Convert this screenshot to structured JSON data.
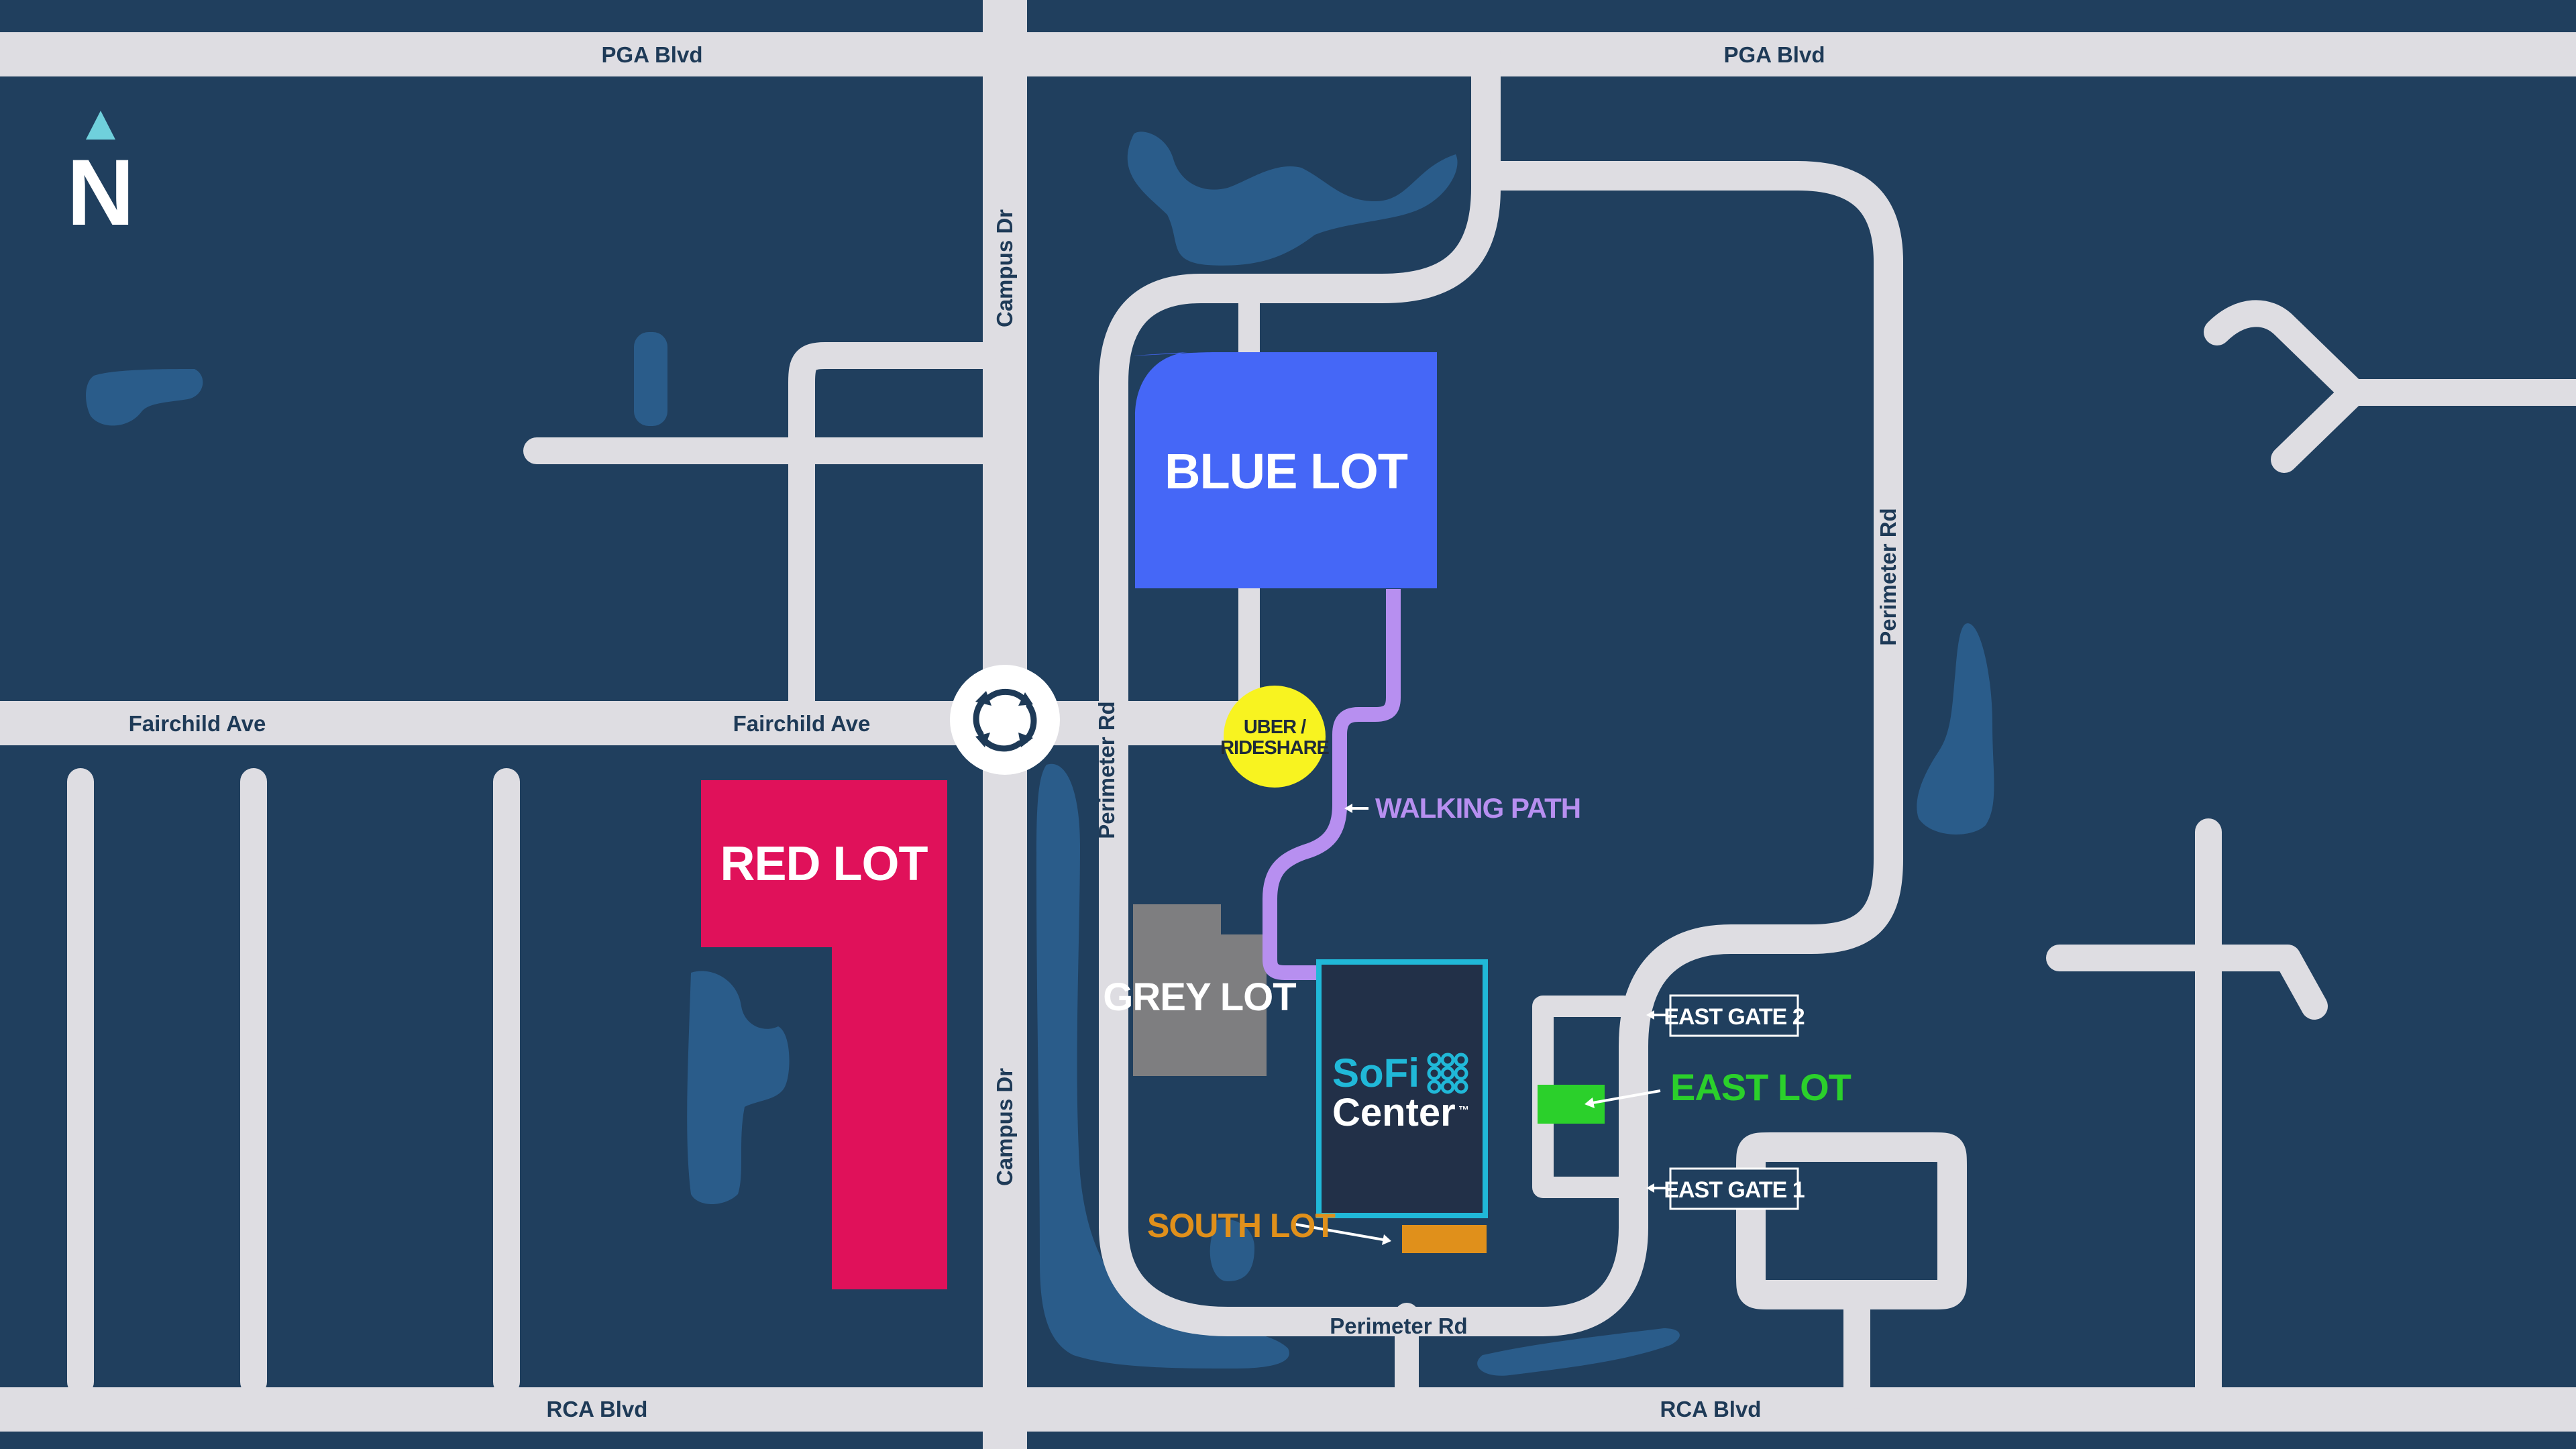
{
  "map": {
    "colors": {
      "background": "#203f5e",
      "road": "#dedde2",
      "water": "#2a5c8a",
      "blue_lot": "#4567f7",
      "red_lot": "#e0115a",
      "grey_lot": "#7e7e80",
      "east_lot": "#2bd02b",
      "south_lot": "#e0901b",
      "walking_path": "#b78ff0",
      "rideshare": "#f8f320",
      "venue_border": "#20b8d8",
      "venue_fill": "#223048",
      "compass": "#6fd0dc"
    },
    "compass": {
      "label": "N",
      "icon": "north-arrow-icon"
    },
    "roads": {
      "pga_blvd_west": "PGA Blvd",
      "pga_blvd_east": "PGA Blvd",
      "rca_blvd_west": "RCA Blvd",
      "rca_blvd_east": "RCA Blvd",
      "fairchild_west": "Fairchild Ave",
      "fairchild_center": "Fairchild Ave",
      "campus_dr_north": "Campus Dr",
      "campus_dr_south": "Campus Dr",
      "perimeter_rd_west": "Perimeter Rd",
      "perimeter_rd_east": "Perimeter Rd",
      "perimeter_rd_south": "Perimeter Rd"
    },
    "roundabout_icon": "roundabout-icon",
    "lots": {
      "blue": "BLUE LOT",
      "red": "RED LOT",
      "grey": "GREY LOT",
      "east": "EAST LOT",
      "south": "SOUTH LOT"
    },
    "rideshare": {
      "line1": "UBER /",
      "line2": "RIDESHARE"
    },
    "walking_path": "WALKING PATH",
    "gates": {
      "east_gate_2": "EAST GATE 2",
      "east_gate_1": "EAST GATE 1"
    },
    "venue": {
      "line1": "SoFi",
      "line2": "Center",
      "tm": "™",
      "logo_icon": "sofi-dots-logo-icon"
    }
  }
}
